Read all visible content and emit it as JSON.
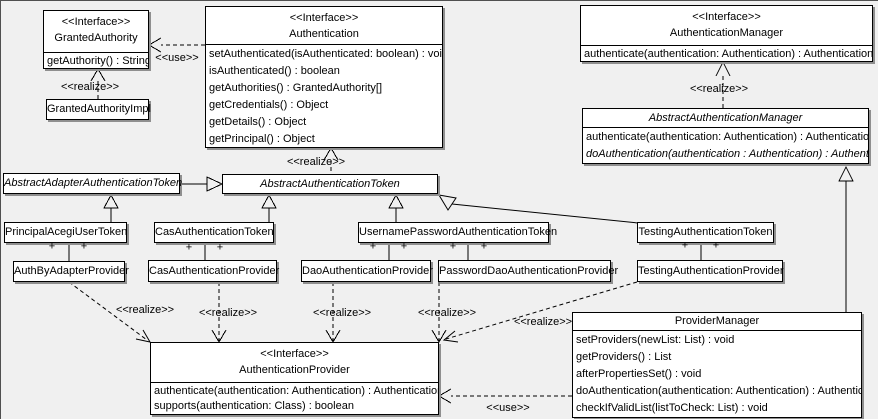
{
  "diagram": {
    "background": "#f0f0f0",
    "box_fill": "#ffffff",
    "line_color": "#000000",
    "shadow_color": "#8f8f8f"
  },
  "labels": {
    "realize": "<<realize>>",
    "use": "<<use>>",
    "plus": "+"
  },
  "classes": {
    "granted_authority": {
      "stereotype": "<<Interface>>",
      "name": "GrantedAuthority",
      "methods": [
        "getAuthority() : String"
      ]
    },
    "granted_authority_impl": {
      "name": "GrantedAuthorityImpl"
    },
    "authentication": {
      "stereotype": "<<Interface>>",
      "name": "Authentication",
      "methods": [
        "setAuthenticated(isAuthenticated: boolean) : void",
        "isAuthenticated() : boolean",
        "getAuthorities() : GrantedAuthority[]",
        "getCredentials() : Object",
        "getDetails() : Object",
        "getPrincipal() : Object"
      ]
    },
    "authentication_manager": {
      "stereotype": "<<Interface>>",
      "name": "AuthenticationManager",
      "methods": [
        "authenticate(authentication: Authentication) : Authentication"
      ]
    },
    "abstract_authentication_manager": {
      "name": "AbstractAuthenticationManager",
      "methods": [
        "authenticate(authentication: Authentication) : Authentication",
        "doAuthentication(authentication : Authentication) : Authentication"
      ]
    },
    "abstract_adapter_authentication_token": {
      "name": "AbstractAdapterAuthenticationToken"
    },
    "abstract_authentication_token": {
      "name": "AbstractAuthenticationToken"
    },
    "principal_acegi_user_token": {
      "name": "PrincipalAcegiUserToken"
    },
    "cas_authentication_token": {
      "name": "CasAuthenticationToken"
    },
    "username_password_authentication_token": {
      "name": "UsernamePasswordAuthenticationToken"
    },
    "testing_authentication_token": {
      "name": "TestingAuthenticationToken"
    },
    "auth_by_adapter_provider": {
      "name": "AuthByAdapterProvider"
    },
    "cas_authentication_provider": {
      "name": "CasAuthenticationProvider"
    },
    "dao_authentication_provider": {
      "name": "DaoAuthenticationProvider"
    },
    "password_dao_authentication_provider": {
      "name": "PasswordDaoAuthenticationProvider"
    },
    "testing_authentication_provider": {
      "name": "TestingAuthenticationProvider"
    },
    "authentication_provider": {
      "stereotype": "<<Interface>>",
      "name": "AuthenticationProvider",
      "methods": [
        "authenticate(authentication: Authentication) : Authentication",
        "supports(authentication: Class) : boolean"
      ]
    },
    "provider_manager": {
      "name": "ProviderManager",
      "methods": [
        "setProviders(newList: List) : void",
        "getProviders() : List",
        "afterPropertiesSet() : void",
        "doAuthentication(authentication: Authentication) : Authentication",
        "checkIfValidList(listToCheck: List) : void"
      ]
    }
  }
}
